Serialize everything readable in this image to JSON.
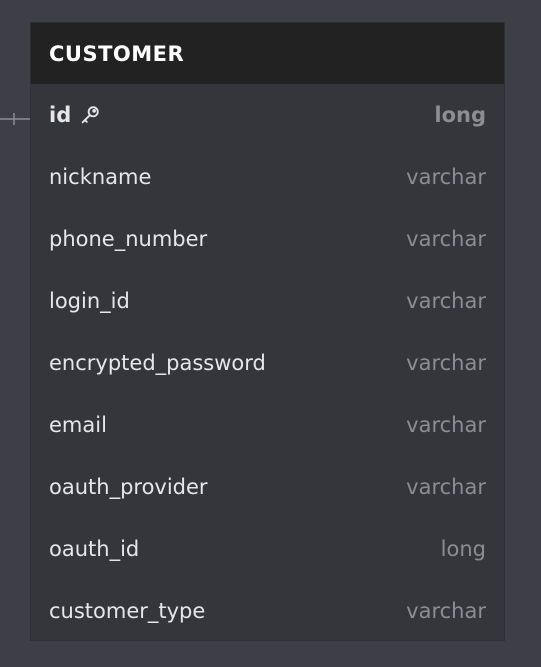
{
  "table": {
    "title": "CUSTOMER",
    "columns": [
      {
        "name": "id",
        "type": "long",
        "primary_key": true,
        "icon": "key-icon"
      },
      {
        "name": "nickname",
        "type": "varchar"
      },
      {
        "name": "phone_number",
        "type": "varchar"
      },
      {
        "name": "login_id",
        "type": "varchar"
      },
      {
        "name": "encrypted_password",
        "type": "varchar"
      },
      {
        "name": "email",
        "type": "varchar"
      },
      {
        "name": "oauth_provider",
        "type": "varchar"
      },
      {
        "name": "oauth_id",
        "type": "long"
      },
      {
        "name": "customer_type",
        "type": "varchar"
      }
    ]
  },
  "colors": {
    "background": "#3e3f46",
    "card": "#35363c",
    "header": "#222222",
    "text": "#e6e6e8",
    "type_text": "#8c8d93"
  }
}
